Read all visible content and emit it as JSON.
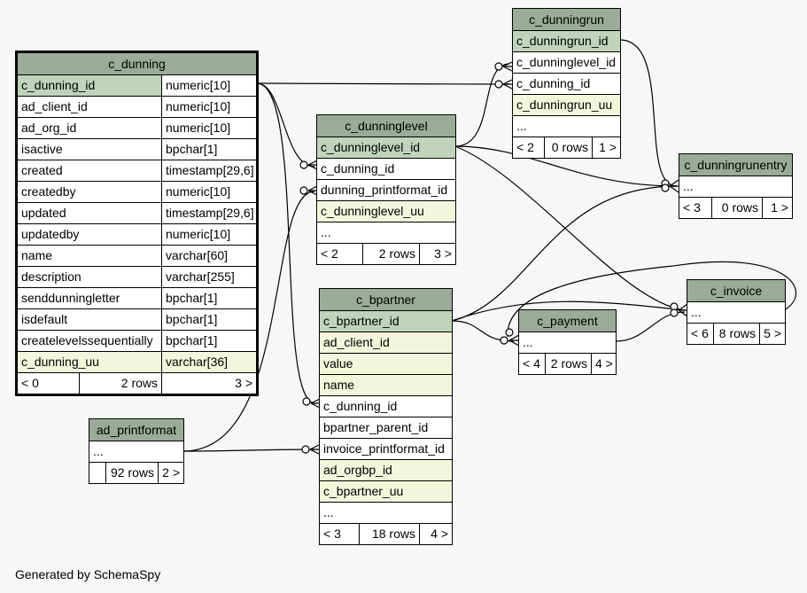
{
  "tables": {
    "c_dunning": {
      "name": "c_dunning",
      "columns": [
        {
          "name": "c_dunning_id",
          "type": "numeric[10]"
        },
        {
          "name": "ad_client_id",
          "type": "numeric[10]"
        },
        {
          "name": "ad_org_id",
          "type": "numeric[10]"
        },
        {
          "name": "isactive",
          "type": "bpchar[1]"
        },
        {
          "name": "created",
          "type": "timestamp[29,6]"
        },
        {
          "name": "createdby",
          "type": "numeric[10]"
        },
        {
          "name": "updated",
          "type": "timestamp[29,6]"
        },
        {
          "name": "updatedby",
          "type": "numeric[10]"
        },
        {
          "name": "name",
          "type": "varchar[60]"
        },
        {
          "name": "description",
          "type": "varchar[255]"
        },
        {
          "name": "senddunningletter",
          "type": "bpchar[1]"
        },
        {
          "name": "isdefault",
          "type": "bpchar[1]"
        },
        {
          "name": "createlevelssequentially",
          "type": "bpchar[1]"
        },
        {
          "name": "c_dunning_uu",
          "type": "varchar[36]"
        }
      ],
      "footer": {
        "parents": "< 0",
        "rows": "2 rows",
        "children": "3 >"
      }
    },
    "c_dunninglevel": {
      "name": "c_dunninglevel",
      "columns": [
        "c_dunninglevel_id",
        "c_dunning_id",
        "dunning_printformat_id",
        "c_dunninglevel_uu",
        "..."
      ],
      "footer": {
        "parents": "< 2",
        "rows": "2 rows",
        "children": "3 >"
      }
    },
    "c_dunningrun": {
      "name": "c_dunningrun",
      "columns": [
        "c_dunningrun_id",
        "c_dunninglevel_id",
        "c_dunning_id",
        "c_dunningrun_uu",
        "..."
      ],
      "footer": {
        "parents": "< 2",
        "rows": "0 rows",
        "children": "1 >"
      }
    },
    "c_dunningrunentry": {
      "name": "c_dunningrunentry",
      "columns": [
        "..."
      ],
      "footer": {
        "parents": "< 3",
        "rows": "0 rows",
        "children": "1 >"
      }
    },
    "c_bpartner": {
      "name": "c_bpartner",
      "columns": [
        "c_bpartner_id",
        "ad_client_id",
        "value",
        "name",
        "c_dunning_id",
        "bpartner_parent_id",
        "invoice_printformat_id",
        "ad_orgbp_id",
        "c_bpartner_uu",
        "..."
      ],
      "footer": {
        "parents": "< 3",
        "rows": "18 rows",
        "children": "4 >"
      }
    },
    "c_invoice": {
      "name": "c_invoice",
      "columns": [
        "..."
      ],
      "footer": {
        "parents": "< 6",
        "rows": "8 rows",
        "children": "5 >"
      }
    },
    "c_payment": {
      "name": "c_payment",
      "columns": [
        "..."
      ],
      "footer": {
        "parents": "< 4",
        "rows": "2 rows",
        "children": "4 >"
      }
    },
    "ad_printformat": {
      "name": "ad_printformat",
      "columns": [
        "..."
      ],
      "footer": {
        "parents": "",
        "rows": "92 rows",
        "children": "2 >"
      }
    }
  },
  "colors": {
    "header": "#9aab98",
    "primary_key": "#bfd4bb",
    "unique_key": "#f4f6dc",
    "background": "#f7f7f7"
  },
  "footer_text": "Generated by SchemaSpy"
}
